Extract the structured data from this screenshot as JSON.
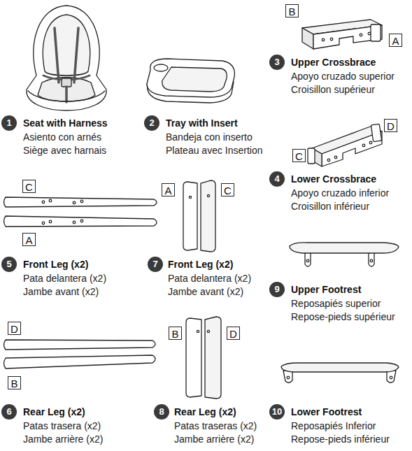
{
  "diagram": {
    "nodes": [
      {
        "text": [
          "B"
        ]
      },
      {
        "text": [
          "A"
        ]
      },
      {
        "text": [
          "D"
        ]
      },
      {
        "text": [
          "C"
        ]
      },
      {
        "text": [
          "C"
        ]
      },
      {
        "text": [
          "A"
        ]
      },
      {
        "text": [
          "A"
        ]
      },
      {
        "text": [
          "C"
        ]
      },
      {
        "text": [
          "D"
        ]
      },
      {
        "text": [
          "B"
        ]
      },
      {
        "text": [
          "B"
        ]
      },
      {
        "text": [
          "D"
        ]
      }
    ],
    "labels": [
      "1",
      "Seat with Harness",
      "Asiento con arnés",
      "Siège avec harnais",
      "2",
      "Tray with Insert",
      "Bandeja con inserto",
      "Plateau avec Insertion",
      "3",
      "Upper Crossbrace",
      "Apoyo cruzado superior",
      "Croisillon supérieur",
      "4",
      "Lower Crossbrace",
      "Apoyo cruzado inferior",
      "Croisillon inférieur",
      "5",
      "Front Leg (x2)",
      "Pata delantera (x2)",
      "Jambe avant (x2)",
      "6",
      "Rear Leg (x2)",
      "Patas trasera (x2)",
      "Jambe arrière (x2)",
      "7",
      "Front Leg (x2)",
      "Pata delantera (x2)",
      "Jambe avant (x2)",
      "8",
      "Rear Leg (x2)",
      "Patas traseras (x2)",
      "Jambe arrière (x2)",
      "9",
      "Upper Footrest",
      "Reposapiés superior",
      "Repose-pieds supérieur",
      "10",
      "Lower Footrest",
      "Reposapiés Inferior",
      "Repose-pieds inférieur"
    ]
  }
}
